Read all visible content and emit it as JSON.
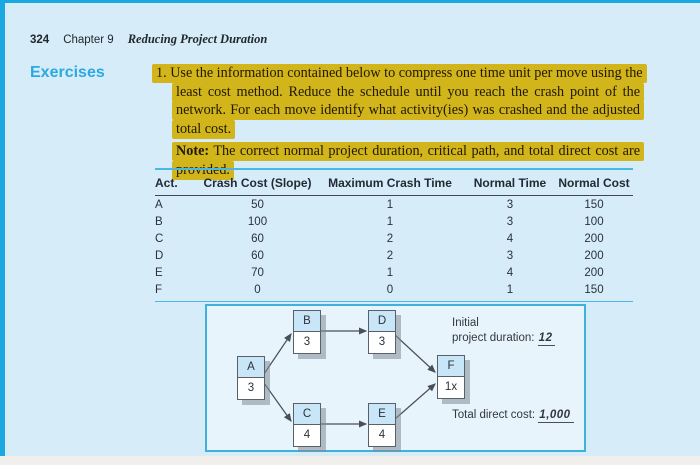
{
  "page": {
    "page_number": "324",
    "chapter": "Chapter 9",
    "chapter_title": "Reducing Project Duration",
    "section_heading": "Exercises"
  },
  "exercise": {
    "number": "1.",
    "text": "Use the information contained below to compress one time unit per move using the least cost method. Reduce the schedule until you reach the crash point of the network. For each move identify what activity(ies) was crashed and the adjusted total cost.",
    "note_label": "Note:",
    "note_text": "The correct normal project duration, critical path, and total direct cost are provided.",
    "highlight_color": "#d2b41b"
  },
  "table": {
    "headers": [
      "Act.",
      "Crash Cost (Slope)",
      "Maximum Crash Time",
      "Normal Time",
      "Normal Cost"
    ],
    "rows": [
      [
        "A",
        "50",
        "1",
        "3",
        "150"
      ],
      [
        "B",
        "100",
        "1",
        "3",
        "100"
      ],
      [
        "C",
        "60",
        "2",
        "4",
        "200"
      ],
      [
        "D",
        "60",
        "2",
        "3",
        "200"
      ],
      [
        "E",
        "70",
        "1",
        "4",
        "200"
      ],
      [
        "F",
        "0",
        "0",
        "1",
        "150"
      ]
    ]
  },
  "diagram": {
    "nodes": [
      {
        "id": "A",
        "value": "3"
      },
      {
        "id": "B",
        "value": "3"
      },
      {
        "id": "C",
        "value": "4"
      },
      {
        "id": "D",
        "value": "3"
      },
      {
        "id": "E",
        "value": "4"
      },
      {
        "id": "F",
        "value": "1x"
      }
    ],
    "edges": [
      "A-B",
      "A-C",
      "B-D",
      "C-E",
      "D-F",
      "E-F"
    ],
    "annotations": {
      "duration_line1": "Initial",
      "duration_line2": "project duration:",
      "duration_value": "12",
      "cost_label": "Total direct cost:",
      "cost_value": "1,000"
    },
    "node_fill": "#c8e6f7",
    "box_border": "#3fb1da"
  },
  "colors": {
    "page_background": "#d6ecf8",
    "accent_cyan": "#1ba7e0",
    "section_heading": "#2ba9e0",
    "table_rule_teal": "#49b8e6"
  }
}
